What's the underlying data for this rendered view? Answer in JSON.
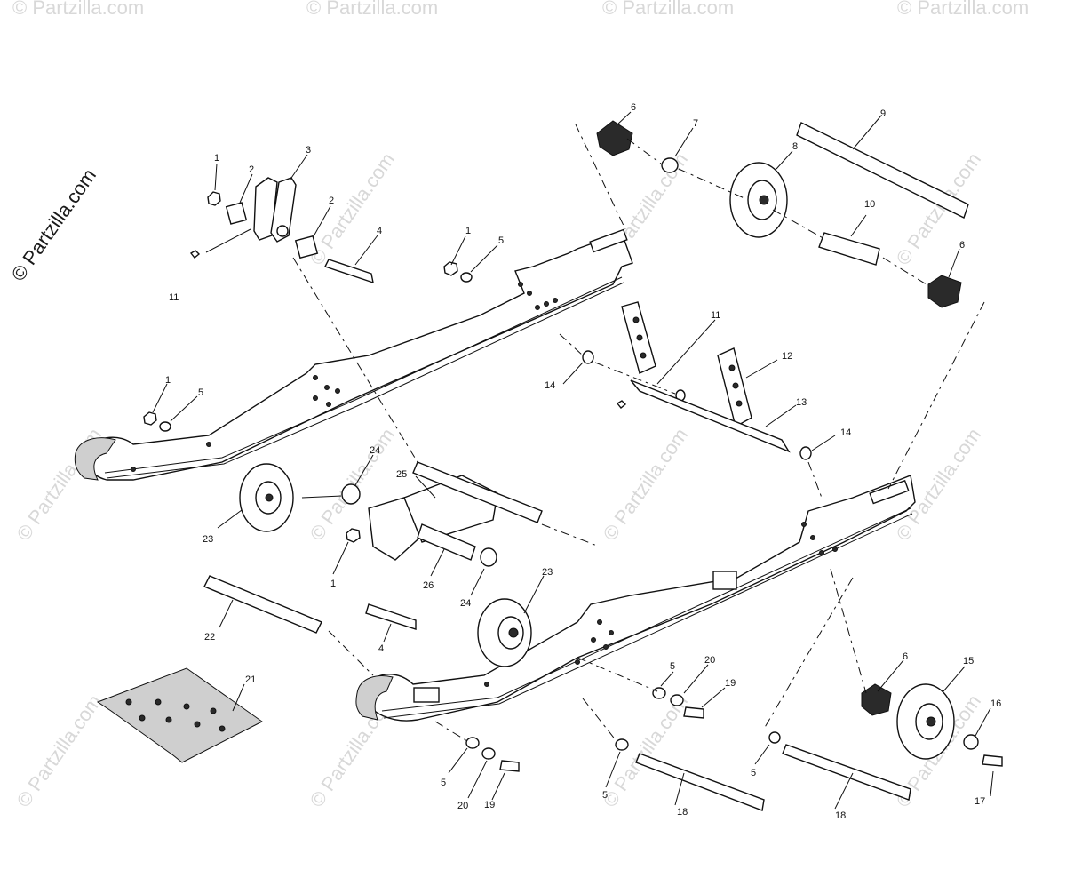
{
  "watermark": {
    "main_text": "© Partzilla.com",
    "tile_text": "© Partzilla.com"
  },
  "callouts": {
    "c1a": "1",
    "c2a": "2",
    "c3": "3",
    "c2b": "2",
    "c4a": "4",
    "c11a": "11",
    "c1b": "1",
    "c5a": "5",
    "c6a": "6",
    "c7": "7",
    "c8": "8",
    "c9": "9",
    "c10": "10",
    "c6b": "6",
    "c11b": "11",
    "c12": "12",
    "c13": "13",
    "c14a": "14",
    "c14b": "14",
    "c1c": "1",
    "c5b": "5",
    "c24a": "24",
    "c25": "25",
    "c23a": "23",
    "c1d": "1",
    "c26": "26",
    "c24b": "24",
    "c23b": "23",
    "c22": "22",
    "c4b": "4",
    "c21": "21",
    "c6c": "6",
    "c15": "15",
    "c16": "16",
    "c17": "17",
    "c5c": "5",
    "c20a": "20",
    "c19a": "19",
    "c5d": "5",
    "c20b": "20",
    "c19b": "19",
    "c5e": "5",
    "c18a": "18",
    "c5f": "5",
    "c18b": "18"
  },
  "colors": {
    "ink": "#111111",
    "watermark": "#d8d8d8",
    "background": "#ffffff"
  }
}
